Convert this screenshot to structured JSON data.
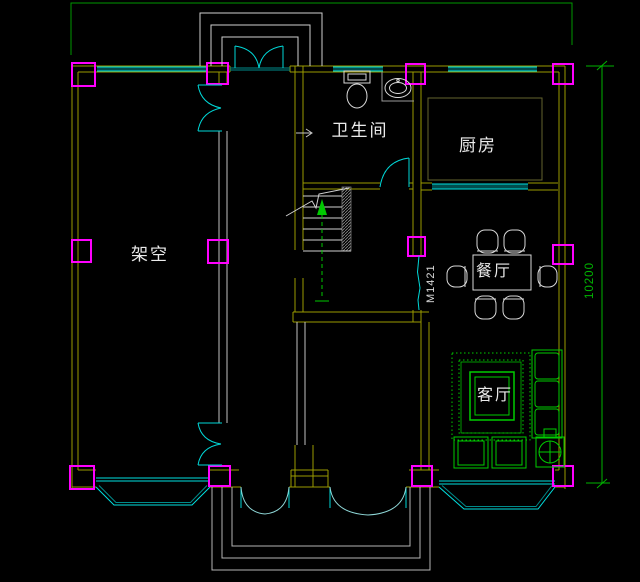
{
  "colors": {
    "background": "#000000",
    "wall": "#9a9a00",
    "wall_light": "#c2c2c2",
    "window": "#00e0e0",
    "window_dim": "#008b8b",
    "window_fill": "#004d4d",
    "column": "#ff00ff",
    "door": "#00d8d8",
    "door_arc": "#8fd8d8",
    "furniture": "#00cc00",
    "fixture": "#d9d9d9",
    "stair": "#cfcfcf",
    "counter": "#64642e",
    "site": "#009900",
    "dimension": "#00b300",
    "arrow": "#00c800",
    "text": "#ebebeb"
  },
  "rooms": [
    {
      "id": "stilt-space",
      "label": "架空"
    },
    {
      "id": "bathroom",
      "label": "卫生间"
    },
    {
      "id": "kitchen",
      "label": "厨房"
    },
    {
      "id": "dining-room",
      "label": "餐厅"
    },
    {
      "id": "living-room",
      "label": "客厅"
    }
  ],
  "annotations": {
    "door_tag": "M1421",
    "height_dimension": "10200"
  }
}
